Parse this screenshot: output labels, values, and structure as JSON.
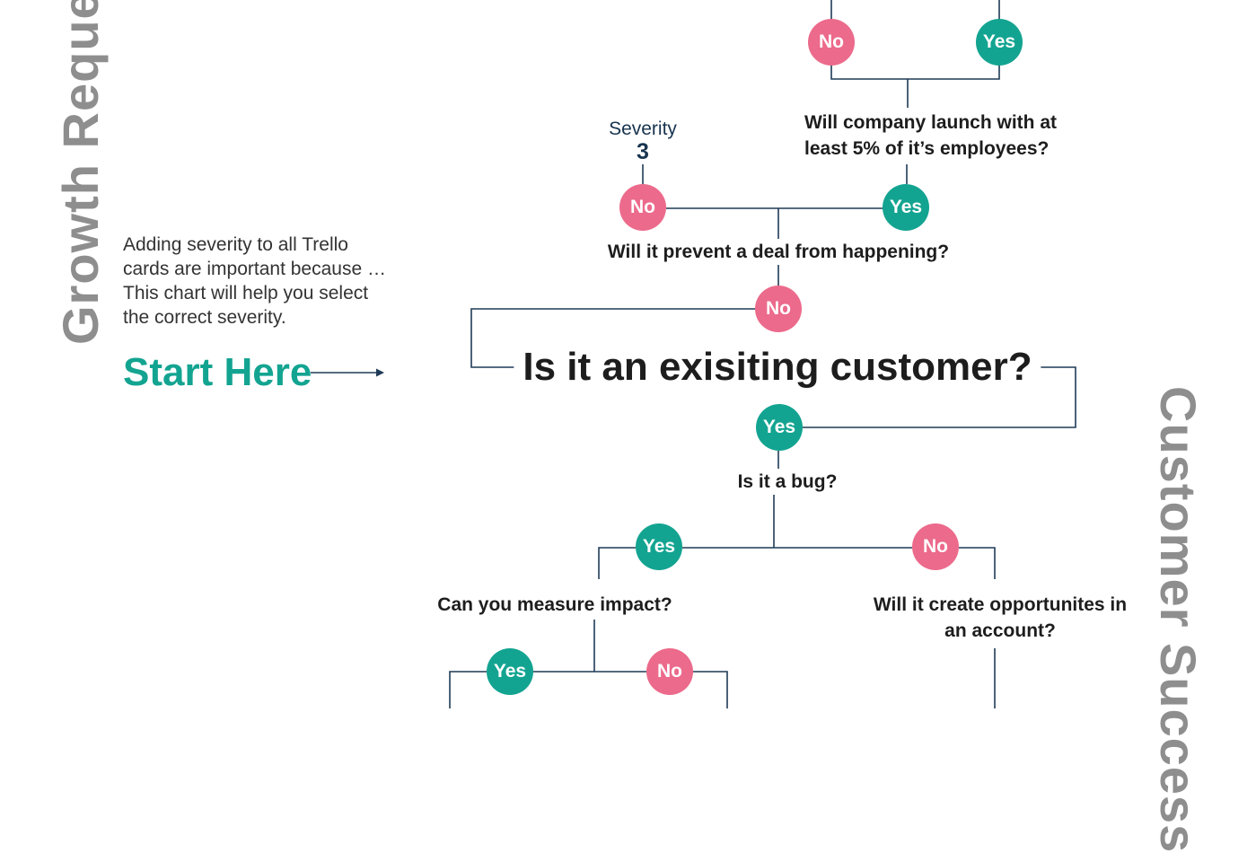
{
  "sides": {
    "left": "Growth Request",
    "right": "Customer Success"
  },
  "intro": "Adding severity to all Trello cards are important because … This chart will help you select the correct severity.",
  "start": "Start Here",
  "severity": {
    "label": "Severity",
    "value": "3"
  },
  "questions": {
    "existing_customer": "Is it an exisiting customer?",
    "launch": "Will company launch with at least 5% of it’s employees?",
    "prevent_deal": "Will it prevent a deal from happening?",
    "bug": "Is it a bug?",
    "measure": "Can you measure impact?",
    "opportunities": "Will it create opportunites in an account?"
  },
  "answers": {
    "yes": "Yes",
    "no": "No"
  },
  "colors": {
    "yes": "#13a491",
    "no": "#ec6a8b",
    "line": "#1f3b57",
    "accent": "#13a491",
    "side_text": "#8e8e8e"
  }
}
